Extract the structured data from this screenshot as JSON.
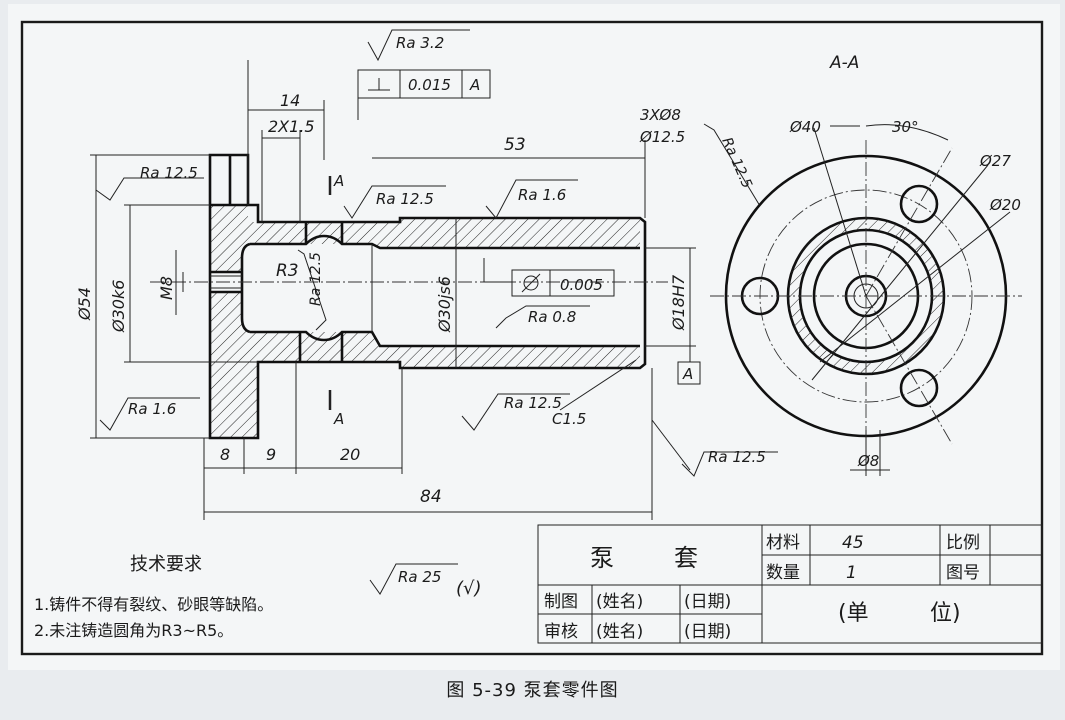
{
  "section_label": "A-A",
  "dimensions": {
    "d14": "14",
    "d2x15": "2X1.5",
    "d53": "53",
    "d54": "Ø54",
    "d30k6": "Ø30k6",
    "dM8": "M8",
    "dR3": "R3",
    "d30js6": "Ø30js6",
    "d18H7": "Ø18H7",
    "d8a": "8",
    "d9": "9",
    "d20": "20",
    "d84": "84",
    "d3x8": "3XØ8",
    "d12_5": "Ø12.5",
    "d40": "Ø40",
    "ang30": "30°",
    "d27": "Ø27",
    "d20b": "Ø20",
    "d8b": "Ø8",
    "chamfer": "C1.5"
  },
  "section_markers": {
    "top": "A",
    "bottom": "A",
    "datum": "A"
  },
  "roughness": {
    "ra32": "Ra 3.2",
    "ra125_left": "Ra 12.5",
    "ra125_mid": "Ra 12.5",
    "ra16_top": "Ra 1.6",
    "ra125_bore": "Ra 12.5",
    "ra08": "Ra 0.8",
    "ra16_bottom": "Ra 1.6",
    "ra125_bottom": "Ra 12.5",
    "ra125_right": "Ra 12.5",
    "ra125_slant": "Ra 12.5",
    "ra25": "Ra 25"
  },
  "tolerances": {
    "perp_value": "0.015",
    "perp_datum": "A",
    "cyl_value": "0.005"
  },
  "notes": {
    "heading": "技术要求",
    "line1": "1.铸件不得有裂纹、砂眼等缺陷。",
    "line2": "2.未注铸造圆角为R3~R5。",
    "general_symbol": "(√)"
  },
  "title_block": {
    "part_name_1": "泵",
    "part_name_2": "套",
    "material_label": "材料",
    "material_value": "45",
    "scale_label": "比例",
    "quantity_label": "数量",
    "quantity_value": "1",
    "drawing_no_label": "图号",
    "drawn_label": "制图",
    "checked_label": "审核",
    "name_placeholder": "(姓名)",
    "date_placeholder": "(日期)",
    "unit_1": "(单",
    "unit_2": "位)"
  },
  "caption": "图 5-39   泵套零件图",
  "colors": {
    "paper": "#f4f6f7",
    "ink": "#1a1a1a",
    "background": "#e9ecef"
  }
}
